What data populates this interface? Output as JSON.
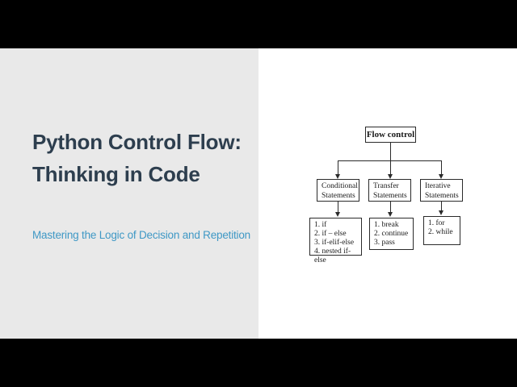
{
  "theme": {
    "letterbox": "#000000",
    "panel_bg": "#e9e9e9",
    "title_color": "#2d3e4e",
    "subtitle_color": "#3f98c5",
    "line_color": "#2a2a2a"
  },
  "slide": {
    "title_line1": "Python Control Flow:",
    "title_line2": "Thinking in Code",
    "subtitle": "Mastering the Logic of Decision and Repetition"
  },
  "flowchart": {
    "root_label": "Flow control",
    "branches": [
      {
        "label": "Conditional\nStatements",
        "items": [
          "1. if",
          "2. if – else",
          "3. if-elif-else",
          "4. nested if-else"
        ]
      },
      {
        "label": "Transfer\nStatements",
        "items": [
          "1. break",
          "2. continue",
          "3. pass"
        ]
      },
      {
        "label": "Iterative\nStatements",
        "items": [
          "1. for",
          "2. while"
        ]
      }
    ]
  }
}
